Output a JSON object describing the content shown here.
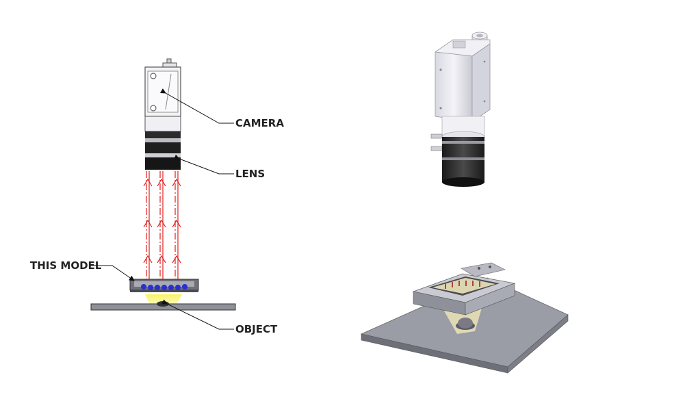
{
  "labels": {
    "camera": "CAMERA",
    "lens": "LENS",
    "this_model": "THIS MODEL",
    "object": "OBJECT"
  },
  "colors": {
    "background": "#ffffff",
    "light_ray": "#e02020",
    "light_glow": "#f7f25a",
    "led": "#2a2fd0",
    "plate": "#8f9199",
    "camera_body": "#e8e8ee",
    "lens_dark": "#2a2a2a",
    "label_text": "#222222"
  }
}
